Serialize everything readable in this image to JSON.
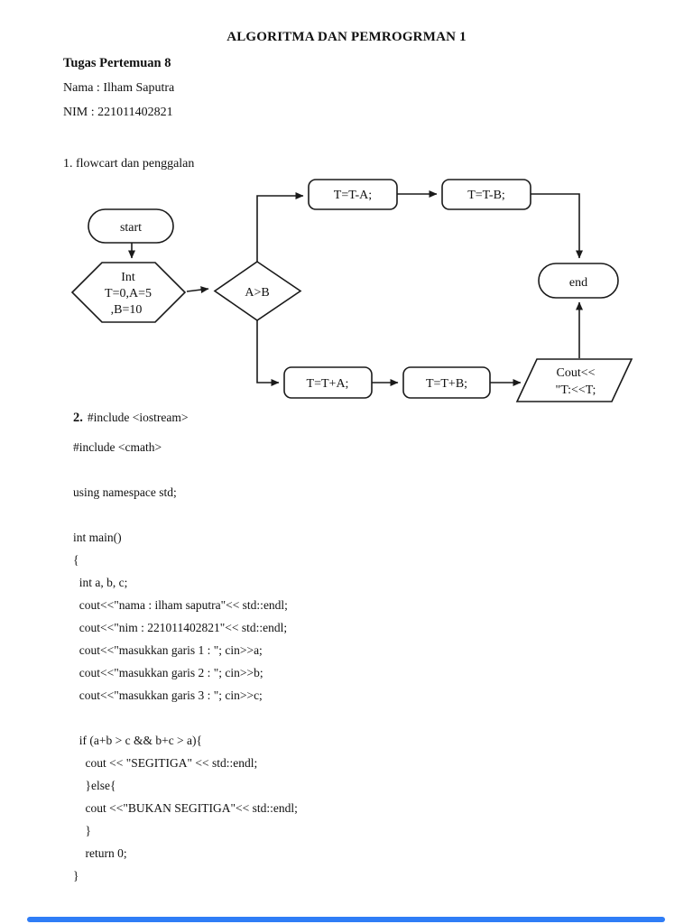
{
  "header": {
    "title": "ALGORITMA DAN PEMROGRMAN 1",
    "assignment": "Tugas Pertemuan 8",
    "name": "Nama : Ilham Saputra",
    "nim": "NIM : 221011402821"
  },
  "sections": {
    "one_label": "1. flowcart dan penggalan",
    "two_number": "2.",
    "two_heading": "#include <iostream>"
  },
  "flowchart": {
    "start_label": "start",
    "init_lines": [
      "Int",
      "T=0,A=5",
      ",B=10"
    ],
    "decision_label": "A>B",
    "minus_a_label": "T=T-A;",
    "minus_b_label": "T=T-B;",
    "plus_a_label": "T=T+A;",
    "plus_b_label": "T=T+B;",
    "output_lines": [
      "Cout<<",
      "\"T:<<T;"
    ],
    "end_label": "end"
  },
  "code": {
    "lines": [
      "#include <cmath>",
      "",
      "using namespace std;",
      "",
      "int main()",
      "{",
      "  int a, b, c;",
      "  cout<<\"nama : ilham saputra\"<< std::endl;",
      "  cout<<\"nim : 221011402821\"<< std::endl;",
      "  cout<<\"masukkan garis 1 : \"; cin>>a;",
      "  cout<<\"masukkan garis 2 : \"; cin>>b;",
      "  cout<<\"masukkan garis 3 : \"; cin>>c;",
      "",
      "  if (a+b > c && b+c > a){",
      "    cout << \"SEGITIGA\" << std::endl;",
      "    }else{",
      "    cout <<\"BUKAN SEGITIGA\"<< std::endl;",
      "    }",
      "    return 0;",
      "}"
    ]
  },
  "colors": {
    "ink": "#1a1a1a",
    "paper": "#ffffff",
    "divider_blue": "#2f7df6"
  }
}
